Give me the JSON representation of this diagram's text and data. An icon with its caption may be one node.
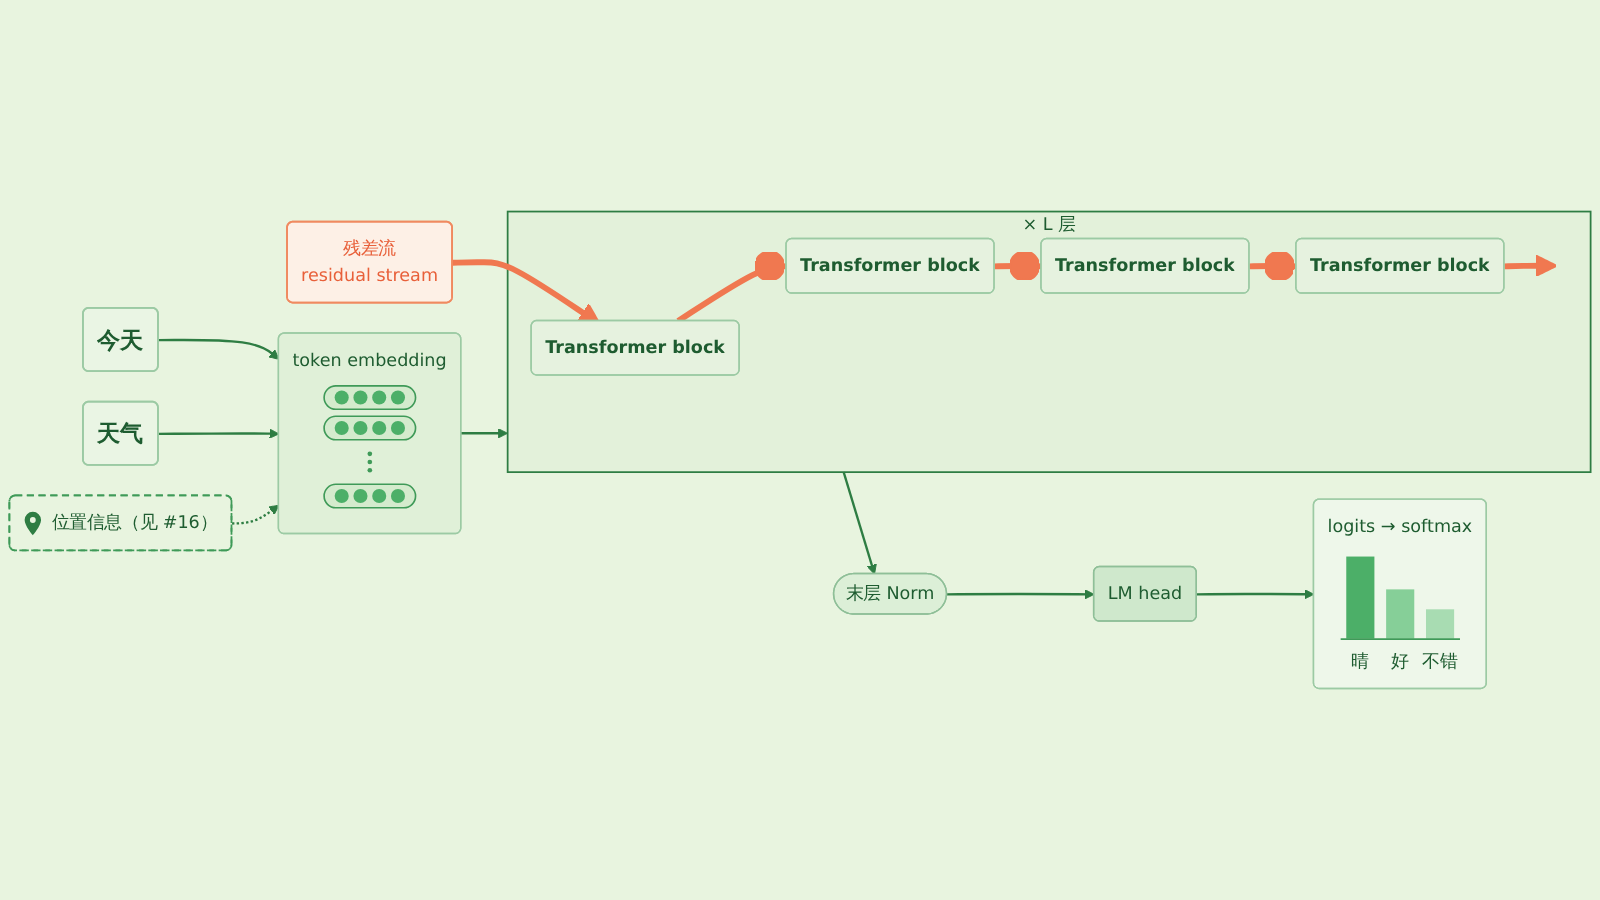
{
  "diagram": {
    "nodes": [
      {
        "text": [
          "今天"
        ]
      },
      {
        "text": [
          "天气"
        ]
      },
      {
        "text": [
          "token embedding"
        ]
      },
      {
        "text": [
          "位置信息（见 #16）"
        ]
      },
      {
        "text": [
          "残差流",
          "residual stream"
        ]
      },
      {
        "text": [
          "× L 层"
        ]
      },
      {
        "text": [
          "Transformer block"
        ],
        "in": 5
      },
      {
        "text": [
          "Transformer block"
        ],
        "in": 5
      },
      {
        "text": [
          "Transformer block"
        ],
        "in": 5
      },
      {
        "text": [
          "Transformer block"
        ],
        "in": 5
      },
      {
        "text": [
          "末层 Norm"
        ]
      },
      {
        "text": [
          "LM head"
        ]
      },
      {
        "text": [
          "logits → softmax",
          "晴",
          "好",
          "不错"
        ]
      }
    ],
    "edges": [
      {
        "from": 0,
        "to": 2,
        "arrow": "to"
      },
      {
        "from": 1,
        "to": 2,
        "arrow": "to"
      },
      {
        "from": 3,
        "to": 2,
        "arrow": "to",
        "style": "dashed"
      },
      {
        "from": 2,
        "to": 5,
        "arrow": "to"
      },
      {
        "from": 4,
        "to": 6,
        "arrow": "to",
        "style": "thick",
        "color": "#f07850"
      },
      {
        "from": 6,
        "to": 7,
        "arrow": "other",
        "style": "thick",
        "color": "#f07850"
      },
      {
        "from": 7,
        "to": 8,
        "arrow": "other",
        "style": "thick",
        "color": "#f07850"
      },
      {
        "from": 8,
        "to": 9,
        "arrow": "other",
        "style": "thick",
        "color": "#f07850"
      },
      {
        "from": 9,
        "to": null,
        "arrow": "to",
        "style": "thick",
        "color": "#f07850"
      },
      {
        "from": 5,
        "to": 10,
        "arrow": "to"
      },
      {
        "from": 10,
        "to": 11,
        "arrow": "to"
      },
      {
        "from": 11,
        "to": 12,
        "arrow": "to"
      }
    ]
  }
}
